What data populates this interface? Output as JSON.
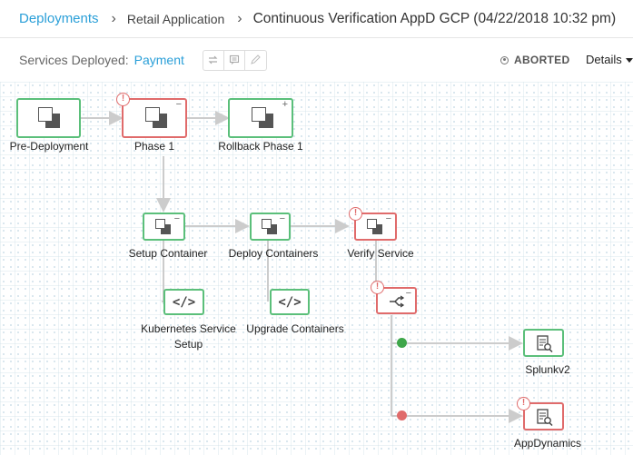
{
  "breadcrumb": {
    "root": "Deployments",
    "app": "Retail Application",
    "title": "Continuous Verification AppD GCP (04/22/2018 10:32 pm)"
  },
  "subbar": {
    "services_label": "Services Deployed:",
    "service": "Payment",
    "status": "ABORTED",
    "details": "Details"
  },
  "nodes": {
    "pre_deployment": "Pre-Deployment",
    "phase1": "Phase 1",
    "rollback": "Rollback Phase 1",
    "setup_container": "Setup Container",
    "deploy_containers": "Deploy Containers",
    "verify_service": "Verify Service",
    "k8s_setup": "Kubernetes Service Setup",
    "upgrade_containers": "Upgrade Containers",
    "splunk": "Splunkv2",
    "appdynamics": "AppDynamics"
  },
  "symbols": {
    "collapse": "−",
    "expand": "+",
    "warning": "!",
    "code": "</>"
  },
  "colors": {
    "success": "#5bbf7a",
    "failed": "#e06b6b",
    "link": "#2a9fd8"
  }
}
